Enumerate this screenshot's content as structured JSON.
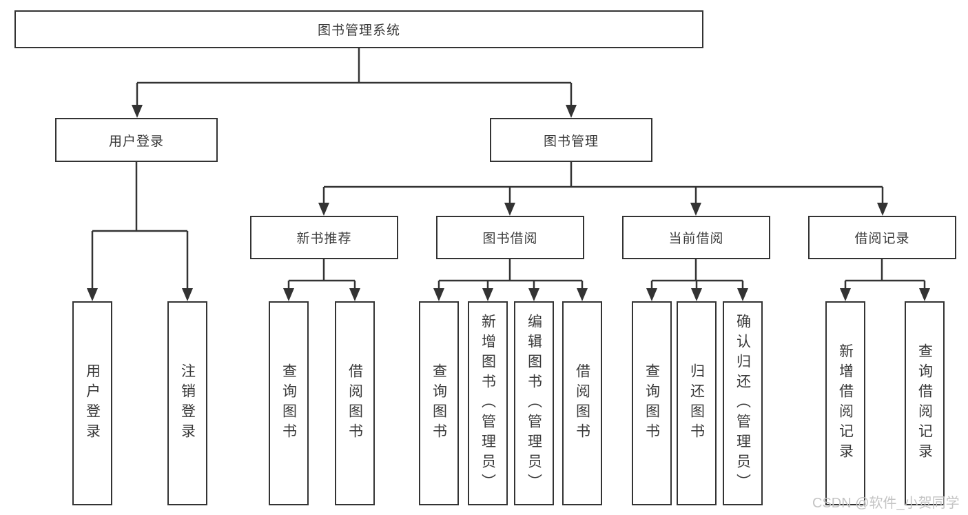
{
  "diagram": {
    "root": {
      "label": "图书管理系统"
    },
    "level2": [
      {
        "label": "用户登录"
      },
      {
        "label": "图书管理"
      }
    ],
    "level3": [
      {
        "label": "新书推荐"
      },
      {
        "label": "图书借阅"
      },
      {
        "label": "当前借阅"
      },
      {
        "label": "借阅记录"
      }
    ],
    "leaves": {
      "user_login": [
        {
          "label": "用户登录"
        },
        {
          "label": "注销登录"
        }
      ],
      "new_books": [
        {
          "label": "查询图书"
        },
        {
          "label": "借阅图书"
        }
      ],
      "book_borrow": [
        {
          "label": "查询图书"
        },
        {
          "label": "新增图书（管理员）"
        },
        {
          "label": "编辑图书（管理员）"
        },
        {
          "label": "借阅图书"
        }
      ],
      "current_borrow": [
        {
          "label": "查询图书"
        },
        {
          "label": "归还图书"
        },
        {
          "label": "确认归还（管理员）"
        }
      ],
      "borrow_records": [
        {
          "label": "新增借阅记录"
        },
        {
          "label": "查询借阅记录"
        }
      ]
    },
    "watermark": "CSDN @软件_小贺同学",
    "colors": {
      "line": "#333333",
      "text": "#3a3a3a",
      "watermark": "#c4c4c4",
      "background": "#ffffff"
    }
  }
}
